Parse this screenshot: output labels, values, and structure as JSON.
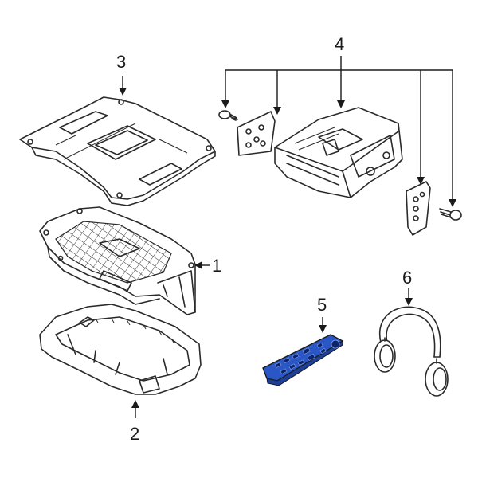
{
  "callouts": {
    "c1": "1",
    "c2": "2",
    "c3": "3",
    "c4": "4",
    "c5": "5",
    "c6": "6"
  },
  "highlight_color": "#2b57c6",
  "parts": [
    {
      "callout": "1",
      "icon": "overhead-console-housing-mesh"
    },
    {
      "callout": "2",
      "icon": "overhead-console-bezel-tray"
    },
    {
      "callout": "3",
      "icon": "mounting-bracket-plate"
    },
    {
      "callout": "4",
      "icon": "dvd-player-with-brackets-and-screws"
    },
    {
      "callout": "5",
      "icon": "remote-control"
    },
    {
      "callout": "6",
      "icon": "wireless-headphones"
    }
  ]
}
